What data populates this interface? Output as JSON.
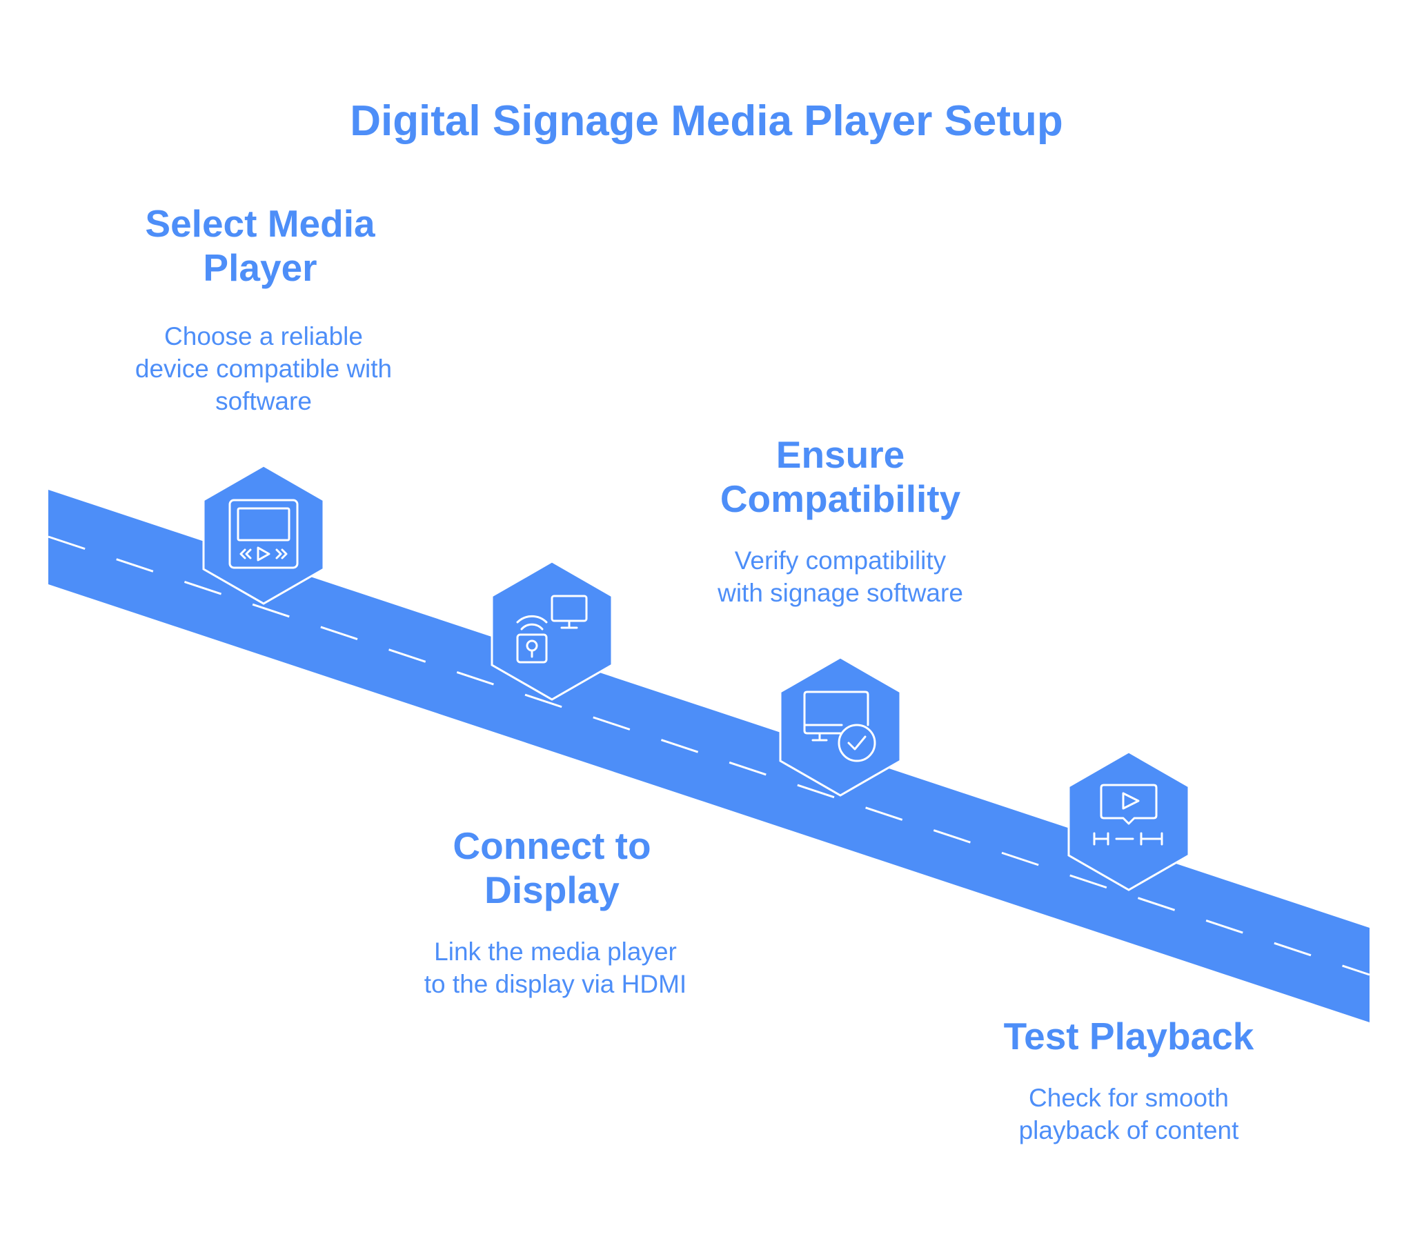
{
  "title": "Digital Signage Media Player Setup",
  "colors": {
    "accent": "#4d8ef8",
    "background": "#ffffff",
    "line": "#ffffff"
  },
  "steps": [
    {
      "title_line1": "Select Media",
      "title_line2": "Player",
      "desc_line1": "Choose a reliable",
      "desc_line2": "device compatible with",
      "desc_line3": "software",
      "icon": "media-player-device-icon"
    },
    {
      "title_line1": "Connect to",
      "title_line2": "Display",
      "desc_line1": "Link the media player",
      "desc_line2": "to the display via HDMI",
      "desc_line3": "",
      "icon": "wireless-display-connection-icon"
    },
    {
      "title_line1": "Ensure",
      "title_line2": "Compatibility",
      "desc_line1": "Verify compatibility",
      "desc_line2": "with signage software",
      "desc_line3": "",
      "icon": "monitor-check-icon"
    },
    {
      "title_line1": "Test Playback",
      "title_line2": "",
      "desc_line1": "Check for smooth",
      "desc_line2": "playback of content",
      "desc_line3": "",
      "icon": "video-playback-timeline-icon"
    }
  ]
}
